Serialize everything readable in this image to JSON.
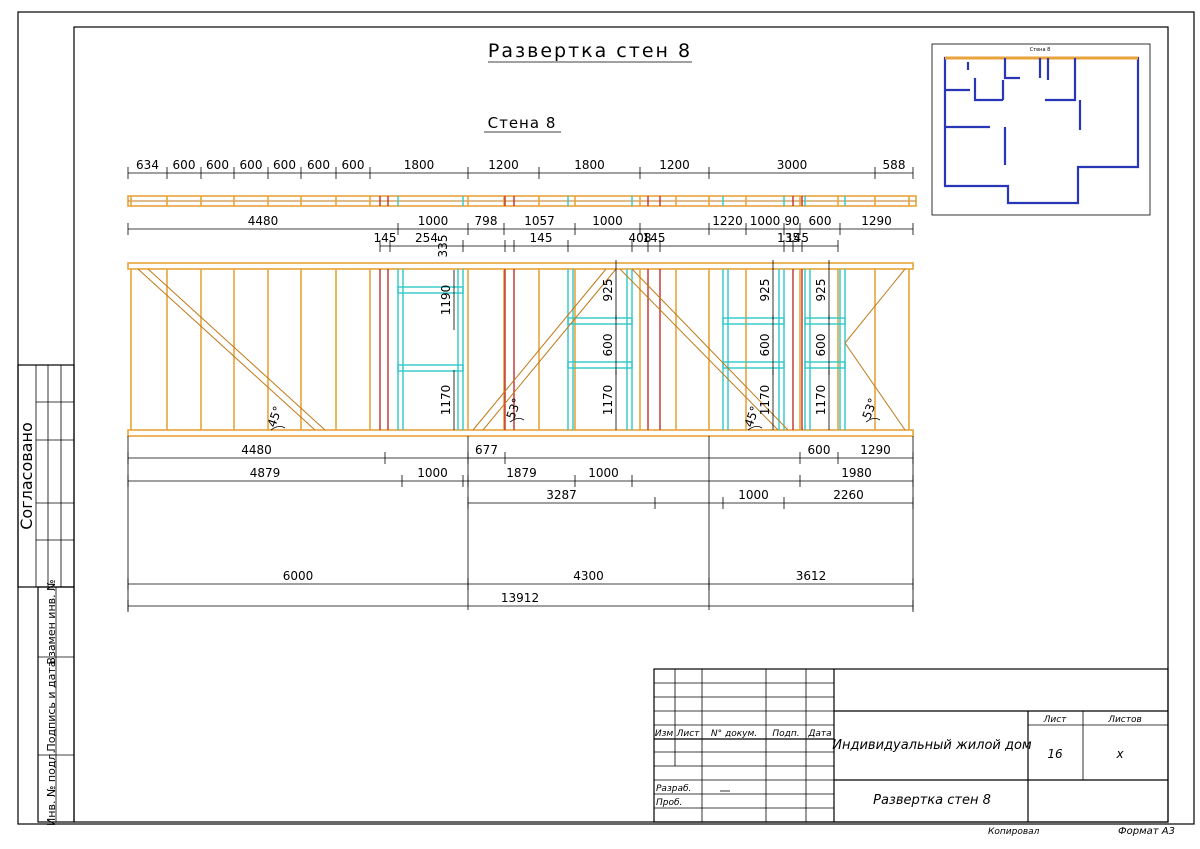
{
  "title": "Развертка стен 8",
  "wall_title": "Стена 8",
  "top_dims_row1": [
    "634",
    "600",
    "600",
    "600",
    "600",
    "600",
    "600",
    "1800",
    "1200",
    "1800",
    "1200",
    "3000",
    "588"
  ],
  "top_dims_row2": [
    "4480",
    "1000",
    "798",
    "1057",
    "1000",
    "1220",
    "1000",
    "90",
    "600",
    "1290"
  ],
  "top_dims_row3": [
    "145",
    "254",
    "335",
    "145",
    "408",
    "145",
    "135",
    "145"
  ],
  "vert_dims": [
    "1190",
    "1170",
    "925",
    "600",
    "1170",
    "925",
    "600",
    "1170",
    "925",
    "600",
    "1170"
  ],
  "angles": [
    "45°",
    "53°",
    "45°",
    "53°"
  ],
  "bottom_row1": [
    "4480",
    "677",
    "600",
    "1290"
  ],
  "bottom_row2": [
    "4879",
    "1000",
    "1879",
    "1000",
    "1980"
  ],
  "bottom_row3": [
    "3287",
    "1000",
    "2260"
  ],
  "bottom_row4": [
    "6000",
    "4300",
    "3612"
  ],
  "bottom_total": "13912",
  "inset_title": "Стена 8",
  "left_stamp": {
    "agreed": "Согласовано",
    "cells": [
      "Взамен инв. №",
      "Подпись и дата",
      "Инв. № подл."
    ]
  },
  "title_block": {
    "headers": [
      "Изм",
      "Лист",
      "N° докум.",
      "Подп.",
      "Дата"
    ],
    "rows": [
      "Разраб.",
      "Проб."
    ],
    "project": "Индивидуальный жилой дом",
    "drawing": "Развертка стен 8",
    "sheet_label": "Лист",
    "sheets_label": "Листов",
    "sheet_value": "16",
    "sheets_value": "х",
    "copied": "Копировал",
    "format": "Формат А3"
  }
}
